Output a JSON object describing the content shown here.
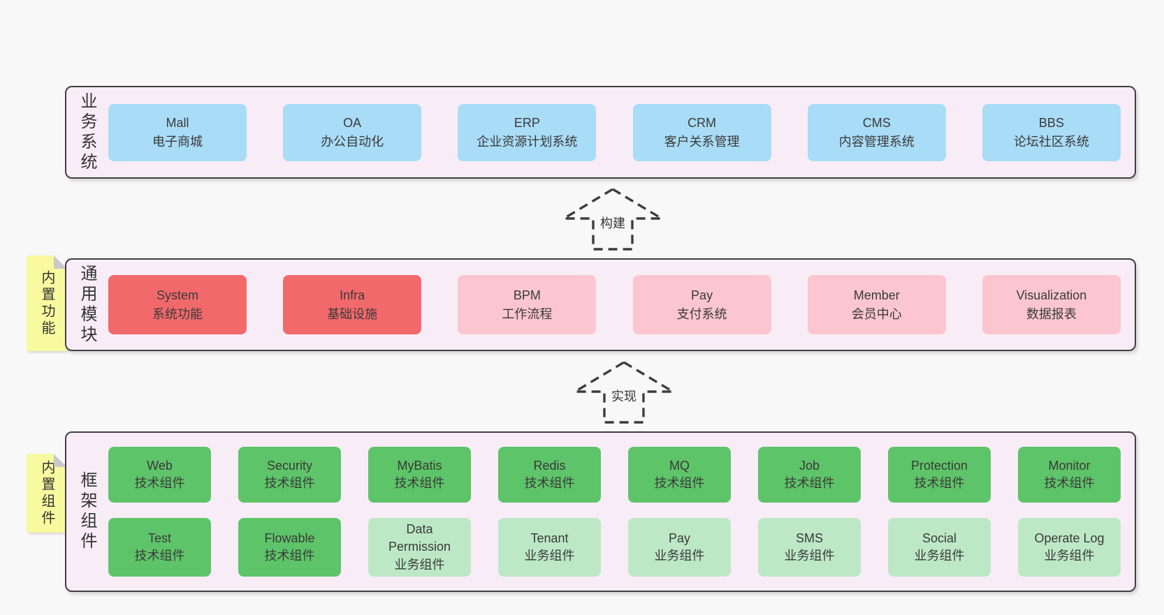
{
  "colors": {
    "page_background": "#f8f8f8",
    "layer_fill": "#f8edf7",
    "layer_border": "#3f3f3f",
    "business_system_box": "#a9dcf6",
    "core_module_box": "#f2696c",
    "optional_module_box": "#fbc6cf",
    "tech_component_box": "#5ec469",
    "biz_component_box": "#bde8c6",
    "sticky_tag": "#f9f9a0",
    "text": "#3a3a3a"
  },
  "arrows": {
    "build": "构建",
    "implement": "实现"
  },
  "layers": {
    "business": {
      "label": "业务系统",
      "boxes": [
        {
          "title": "Mall",
          "subtitle": "电子商城"
        },
        {
          "title": "OA",
          "subtitle": "办公自动化"
        },
        {
          "title": "ERP",
          "subtitle": "企业资源计划系统"
        },
        {
          "title": "CRM",
          "subtitle": "客户关系管理"
        },
        {
          "title": "CMS",
          "subtitle": "内容管理系统"
        },
        {
          "title": "BBS",
          "subtitle": "论坛社区系统"
        }
      ]
    },
    "modules": {
      "label": "通用模块",
      "tag": "内置功能",
      "boxes": [
        {
          "title": "System",
          "subtitle": "系统功能"
        },
        {
          "title": "Infra",
          "subtitle": "基础设施"
        },
        {
          "title": "BPM",
          "subtitle": "工作流程"
        },
        {
          "title": "Pay",
          "subtitle": "支付系统"
        },
        {
          "title": "Member",
          "subtitle": "会员中心"
        },
        {
          "title": "Visualization",
          "subtitle": "数据报表"
        }
      ]
    },
    "components": {
      "label": "框架组件",
      "tag": "内置组件",
      "rows": [
        [
          {
            "title": "Web",
            "subtitle": "技术组件"
          },
          {
            "title": "Security",
            "subtitle": "技术组件"
          },
          {
            "title": "MyBatis",
            "subtitle": "技术组件"
          },
          {
            "title": "Redis",
            "subtitle": "技术组件"
          },
          {
            "title": "MQ",
            "subtitle": "技术组件"
          },
          {
            "title": "Job",
            "subtitle": "技术组件"
          },
          {
            "title": "Protection",
            "subtitle": "技术组件"
          },
          {
            "title": "Monitor",
            "subtitle": "技术组件"
          }
        ],
        [
          {
            "title": "Test",
            "subtitle": "技术组件"
          },
          {
            "title": "Flowable",
            "subtitle": "技术组件"
          },
          {
            "title": "Data Permission",
            "subtitle": "业务组件"
          },
          {
            "title": "Tenant",
            "subtitle": "业务组件"
          },
          {
            "title": "Pay",
            "subtitle": "业务组件"
          },
          {
            "title": "SMS",
            "subtitle": "业务组件"
          },
          {
            "title": "Social",
            "subtitle": "业务组件"
          },
          {
            "title": "Operate Log",
            "subtitle": "业务组件"
          }
        ]
      ]
    }
  }
}
